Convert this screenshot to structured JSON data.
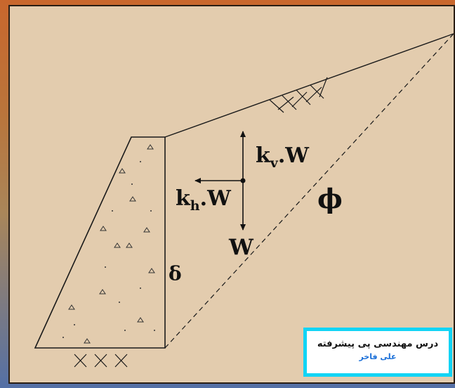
{
  "diagram": {
    "labels": {
      "kv_main": "k",
      "kv_sub": "v",
      "kv_tail": ".W",
      "kh_main": "k",
      "kh_sub": "h",
      "kh_tail": ".W",
      "weight": "W",
      "phi": "ϕ",
      "delta": "δ"
    },
    "colors": {
      "background": "#e3ccae",
      "line": "#1a1a1a",
      "frame_top": "#c9672d",
      "frame_bottom": "#5470a6"
    }
  },
  "credit": {
    "title": "درس مهندسی پی پیشرفته",
    "author": "علی فاخر",
    "border_color": "#12d4f5",
    "author_color": "#1a6fd8"
  }
}
